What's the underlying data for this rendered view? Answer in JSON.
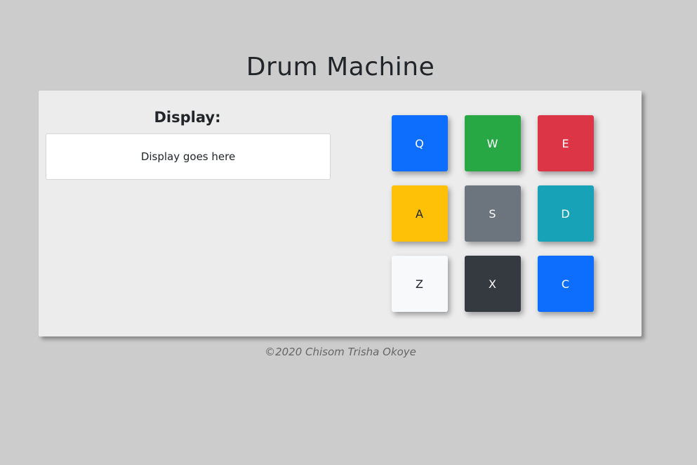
{
  "header": {
    "title": "Drum Machine"
  },
  "display": {
    "label": "Display:",
    "text": "Display goes here"
  },
  "pads": [
    {
      "key": "Q",
      "color": "#0d6efd"
    },
    {
      "key": "W",
      "color": "#28a745"
    },
    {
      "key": "E",
      "color": "#dc3545"
    },
    {
      "key": "A",
      "color": "#ffc107"
    },
    {
      "key": "S",
      "color": "#6c757d"
    },
    {
      "key": "D",
      "color": "#17a2b8"
    },
    {
      "key": "Z",
      "color": "#f8f9fa"
    },
    {
      "key": "X",
      "color": "#343a40"
    },
    {
      "key": "C",
      "color": "#0d6efd"
    }
  ],
  "footer": {
    "text": "©2020 Chisom Trisha Okoye"
  }
}
